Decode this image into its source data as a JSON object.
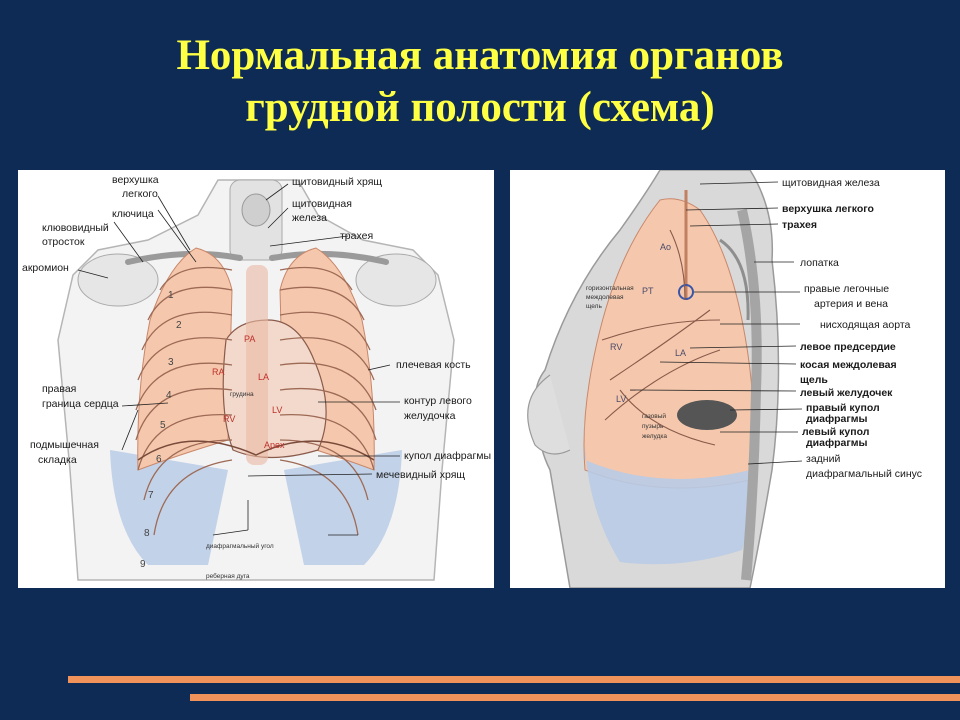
{
  "title": {
    "line1": "Нормальная анатомия органов",
    "line2": "грудной полости (схема)"
  },
  "front": {
    "labels": {
      "apex1": "верхушка",
      "apex2": "легкого",
      "clavicle": "ключица",
      "coracoid1": "клювовидный",
      "coracoid2": "отросток",
      "acromion": "акромион",
      "thyroid_cartilage": "щитовидный хрящ",
      "thyroid1": "щитовидная",
      "thyroid2": "железа",
      "trachea": "трахея",
      "humerus": "плечевая кость",
      "right_border1": "правая",
      "right_border2": "граница сердца",
      "lv_contour1": "контур левого",
      "lv_contour2": "желудочка",
      "axillary1": "подмышечная",
      "axillary2": "складка",
      "dome": "купол диафрагмы",
      "xiphoid": "мечевидный хрящ",
      "diaphragm_angle": "диафрагмальный угол",
      "costal_arch": "реберная дуга"
    },
    "inside": {
      "pa": "PA",
      "ra": "RA",
      "la": "LA",
      "rv": "RV",
      "lv": "LV",
      "apex": "Apex",
      "sternum": "грудина"
    },
    "ribs": [
      "1",
      "2",
      "3",
      "4",
      "5",
      "6",
      "7",
      "8",
      "9"
    ]
  },
  "side": {
    "labels": {
      "thyroid": "щитовидная железа",
      "apex": "верхушка легкого",
      "trachea": "трахея",
      "scapula": "лопатка",
      "pulm1": "правые легочные",
      "pulm2": "артерия и вена",
      "aorta": "нисходящая аорта",
      "la": "левое предсердие",
      "fissure1": "косая междолевая",
      "fissure2": "щель",
      "lv": "левый желудочек",
      "rdome1": "правый купол",
      "rdome2": "диафрагмы",
      "ldome1": "левый купол",
      "ldome2": "диафрагмы",
      "sinus1": "задний",
      "sinus2": "диафрагмальный синус"
    },
    "inside": {
      "ao": "Ao",
      "pt": "PT",
      "rv": "RV",
      "la": "LA",
      "lv": "LV",
      "fissure_note1": "горизонтальная",
      "fissure_note2": "междолевая",
      "fissure_note3": "щель",
      "gas1": "газовый",
      "gas2": "пузырь",
      "gas3": "желудка"
    }
  },
  "colors": {
    "background": "#0d2b55",
    "title": "#ffff44",
    "lung": "#f5c8ad",
    "lung_blue": "#b8cbe6",
    "accent_bar": "#f0935a"
  }
}
